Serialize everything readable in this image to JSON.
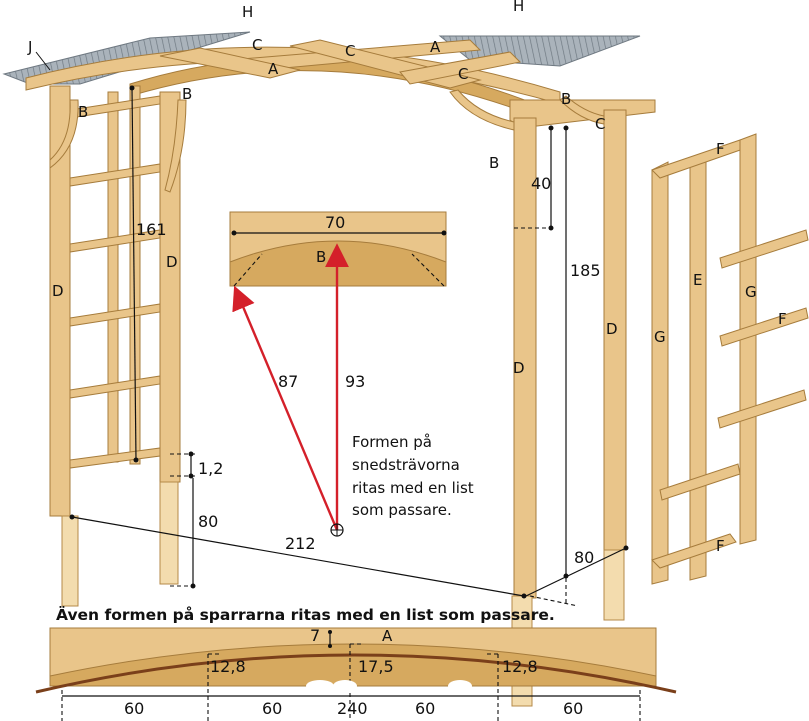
{
  "part_labels": {
    "H_left": "H",
    "H_right": "H",
    "J": "J",
    "C_top1": "C",
    "C_top2": "C",
    "C_top3": "C",
    "C_right": "C",
    "A_top": "A",
    "A_front": "A",
    "A_bottom": "A",
    "B_left1": "B",
    "B_left2": "B",
    "B_right1": "B",
    "B_right2": "B",
    "B_inset": "B",
    "D_left1": "D",
    "D_left2": "D",
    "D_right1": "D",
    "D_right2": "D",
    "F_top": "F",
    "F_mid": "F",
    "F_bottom": "F",
    "E": "E",
    "G_left": "G",
    "G_right": "G"
  },
  "dimensions": {
    "d161": "161",
    "d70": "70",
    "d40": "40",
    "d185": "185",
    "d87": "87",
    "d93": "93",
    "d1_2": "1,2",
    "d80_left": "80",
    "d212": "212",
    "d80_right": "80",
    "d7": "7",
    "d12_8_left": "12,8",
    "d17_5": "17,5",
    "d12_8_right": "12,8",
    "d60_1": "60",
    "d60_2": "60",
    "d240": "240",
    "d60_3": "60",
    "d60_4": "60"
  },
  "notes": {
    "compass_line1": "Formen på",
    "compass_line2": "snedsträvorna",
    "compass_line3": "ritas med en list",
    "compass_line4": "som passare.",
    "rafter_note": "Även formen på sparrarna ritas med en list som passare."
  },
  "colors": {
    "wood": "#e9c58a",
    "wood_dark": "#d6a95f",
    "roof": "#8f9aa4",
    "arrow": "#d4202a"
  }
}
